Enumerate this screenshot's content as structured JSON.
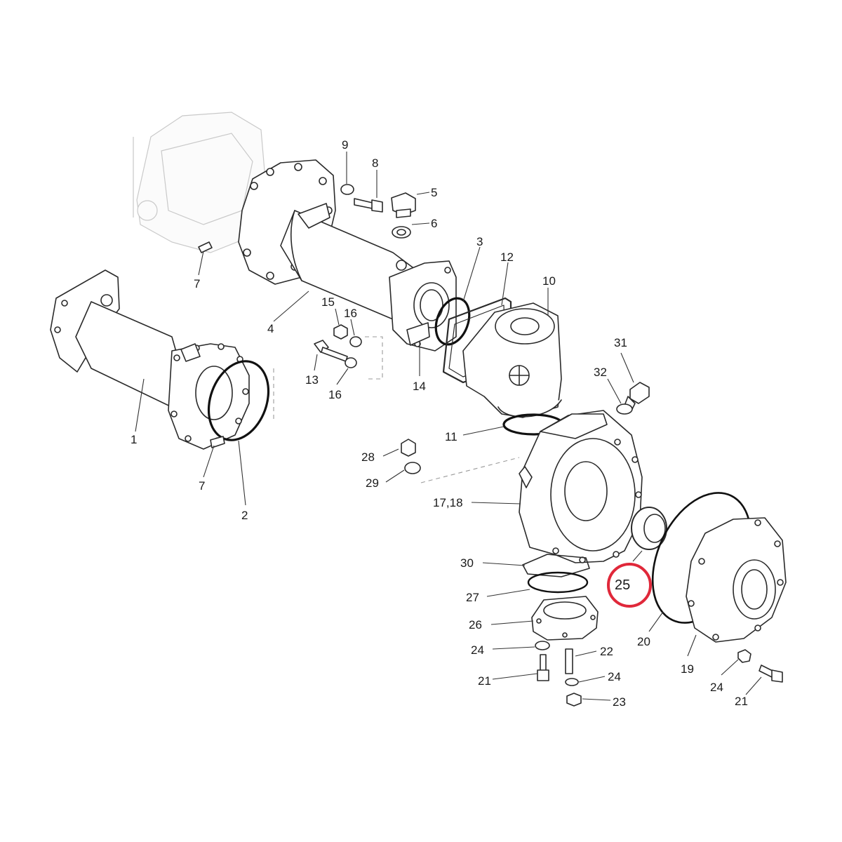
{
  "highlight_color": "#e0283a",
  "labels": [
    {
      "id": "l9",
      "text": "9"
    },
    {
      "id": "l8",
      "text": "8"
    },
    {
      "id": "l5",
      "text": "5"
    },
    {
      "id": "l6",
      "text": "6"
    },
    {
      "id": "l3",
      "text": "3"
    },
    {
      "id": "l12",
      "text": "12"
    },
    {
      "id": "l10",
      "text": "10"
    },
    {
      "id": "l7a",
      "text": "7"
    },
    {
      "id": "l4",
      "text": "4"
    },
    {
      "id": "l15",
      "text": "15"
    },
    {
      "id": "l16a",
      "text": "16"
    },
    {
      "id": "l13",
      "text": "13"
    },
    {
      "id": "l16b",
      "text": "16"
    },
    {
      "id": "l14",
      "text": "14"
    },
    {
      "id": "l31",
      "text": "31"
    },
    {
      "id": "l32",
      "text": "32"
    },
    {
      "id": "l1",
      "text": "1"
    },
    {
      "id": "l7b",
      "text": "7"
    },
    {
      "id": "l2",
      "text": "2"
    },
    {
      "id": "l11",
      "text": "11"
    },
    {
      "id": "l28",
      "text": "28"
    },
    {
      "id": "l29",
      "text": "29"
    },
    {
      "id": "l1718",
      "text": "17,18"
    },
    {
      "id": "l30",
      "text": "30"
    },
    {
      "id": "l27",
      "text": "27"
    },
    {
      "id": "l26",
      "text": "26"
    },
    {
      "id": "l24a",
      "text": "24"
    },
    {
      "id": "l22",
      "text": "22"
    },
    {
      "id": "l21a",
      "text": "21"
    },
    {
      "id": "l24b",
      "text": "24"
    },
    {
      "id": "l23",
      "text": "23"
    },
    {
      "id": "l25",
      "text": "25"
    },
    {
      "id": "l20",
      "text": "20"
    },
    {
      "id": "l19",
      "text": "19"
    },
    {
      "id": "l24c",
      "text": "24"
    },
    {
      "id": "l21b",
      "text": "21"
    }
  ],
  "highlighted_label": "25"
}
